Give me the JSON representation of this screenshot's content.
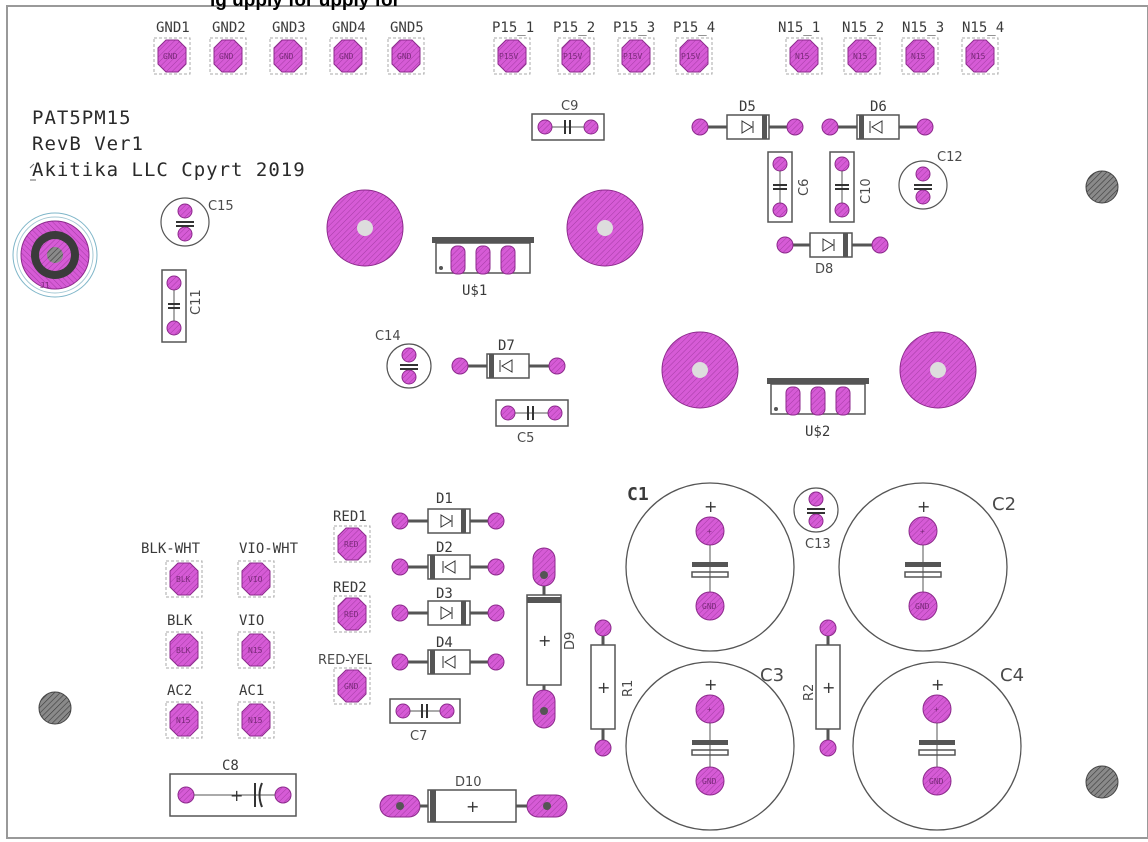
{
  "title": "ig  upply for   upply    for",
  "board": {
    "brand_lines": [
      "PAT5PM15",
      "RevB Ver1",
      "Akitika LLC Cpyrt 2019"
    ],
    "colors": {
      "pad": "#d65bd6",
      "pad_dark": "#8c2a8c",
      "outline": "#555555",
      "silk": "#333333",
      "hole": "#c9c9c9",
      "mount": "#555555"
    }
  },
  "connectors": [
    {
      "label": "GND1",
      "pad": "GND"
    },
    {
      "label": "GND2",
      "pad": "GND"
    },
    {
      "label": "GND3",
      "pad": "GND"
    },
    {
      "label": "GND4",
      "pad": "GND"
    },
    {
      "label": "GND5",
      "pad": "GND"
    },
    {
      "label": "P15_1",
      "pad": "P15V"
    },
    {
      "label": "P15_2",
      "pad": "P15V"
    },
    {
      "label": "P15_3",
      "pad": "P15V"
    },
    {
      "label": "P15_4",
      "pad": "P15V"
    },
    {
      "label": "N15_1",
      "pad": "N15"
    },
    {
      "label": "N15_2",
      "pad": "N15"
    },
    {
      "label": "N15_3",
      "pad": "N15"
    },
    {
      "label": "N15_4",
      "pad": "N15"
    },
    {
      "label": "BLK-WHT",
      "pad": "BLK"
    },
    {
      "label": "VIO-WHT",
      "pad": "VIO"
    },
    {
      "label": "BLK",
      "pad": "BLK"
    },
    {
      "label": "VIO",
      "pad": "N15"
    },
    {
      "label": "AC2",
      "pad": "N15"
    },
    {
      "label": "AC1",
      "pad": "N15"
    },
    {
      "label": "RED1",
      "pad": "RED"
    },
    {
      "label": "RED2",
      "pad": "RED"
    },
    {
      "label": "RED-YEL",
      "pad": "GND"
    }
  ],
  "diodes": [
    "D1",
    "D2",
    "D3",
    "D4",
    "D5",
    "D6",
    "D7",
    "D8",
    "D9",
    "D10"
  ],
  "capacitors": [
    "C1",
    "C2",
    "C3",
    "C4",
    "C5",
    "C6",
    "C7",
    "C8",
    "C9",
    "C10",
    "C11",
    "C12",
    "C13",
    "C14",
    "C15"
  ],
  "resistors": [
    "R1",
    "R2"
  ],
  "regulators": [
    "U$1",
    "U$2"
  ],
  "electrolytic_pad_labels": [
    "+",
    "GND"
  ],
  "jack_label": "J1"
}
